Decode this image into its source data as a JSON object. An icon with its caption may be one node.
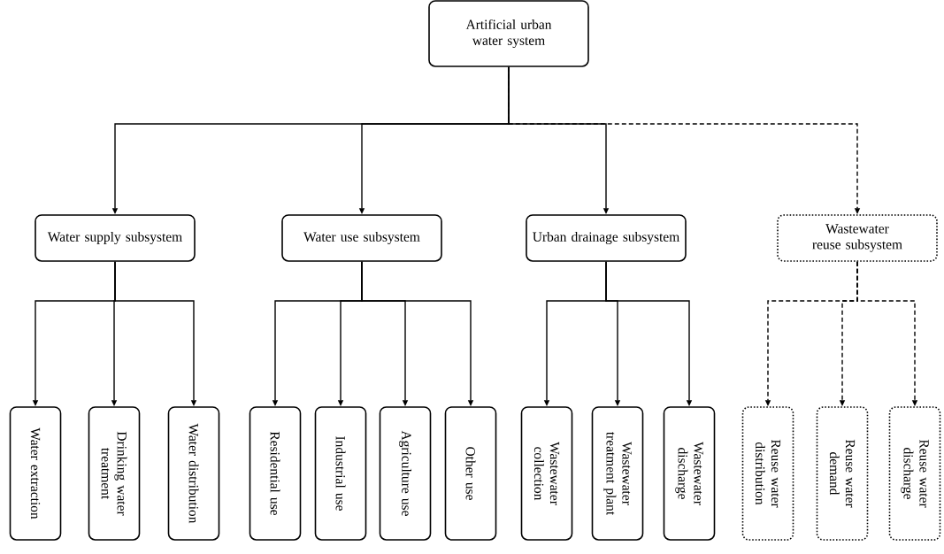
{
  "diagram": {
    "nodes": [
      {
        "text": [
          "Artificial urban water system"
        ]
      },
      {
        "text": [
          "Water supply subsystem"
        ]
      },
      {
        "text": [
          "Water use subsystem"
        ]
      },
      {
        "text": [
          "Urban drainage subsystem"
        ]
      },
      {
        "text": [
          "Wastewater reuse subsystem"
        ]
      },
      {
        "text": [
          "Water extraction"
        ]
      },
      {
        "text": [
          "Drinking water treatment"
        ]
      },
      {
        "text": [
          "Water distribution"
        ]
      },
      {
        "text": [
          "Residential use"
        ]
      },
      {
        "text": [
          "Industrial use"
        ]
      },
      {
        "text": [
          "Agriculture use"
        ]
      },
      {
        "text": [
          "Other use"
        ]
      },
      {
        "text": [
          "Wastewater collection"
        ]
      },
      {
        "text": [
          "Wastewater treatment plant"
        ]
      },
      {
        "text": [
          "Wastewater discharge"
        ]
      },
      {
        "text": [
          "Reuse water distribution"
        ]
      },
      {
        "text": [
          "Reuse water demand"
        ]
      },
      {
        "text": [
          "Reuse water discharge"
        ]
      }
    ],
    "edges": [
      {
        "from": 0,
        "to": 1,
        "arrow": "to"
      },
      {
        "from": 0,
        "to": 2,
        "arrow": "to"
      },
      {
        "from": 0,
        "to": 3,
        "arrow": "to"
      },
      {
        "from": 0,
        "to": 4,
        "arrow": "to",
        "style": "dashed"
      },
      {
        "from": 1,
        "to": 5,
        "arrow": "to"
      },
      {
        "from": 1,
        "to": 6,
        "arrow": "to"
      },
      {
        "from": 1,
        "to": 7,
        "arrow": "to"
      },
      {
        "from": 2,
        "to": 8,
        "arrow": "to"
      },
      {
        "from": 2,
        "to": 9,
        "arrow": "to"
      },
      {
        "from": 2,
        "to": 10,
        "arrow": "to"
      },
      {
        "from": 2,
        "to": 11,
        "arrow": "to"
      },
      {
        "from": 3,
        "to": 12,
        "arrow": "to"
      },
      {
        "from": 3,
        "to": 13,
        "arrow": "to"
      },
      {
        "from": 3,
        "to": 14,
        "arrow": "to"
      },
      {
        "from": 4,
        "to": 15,
        "arrow": "to",
        "style": "dashed"
      },
      {
        "from": 4,
        "to": 16,
        "arrow": "to",
        "style": "dashed"
      },
      {
        "from": 4,
        "to": 17,
        "arrow": "to",
        "style": "dashed"
      }
    ]
  }
}
